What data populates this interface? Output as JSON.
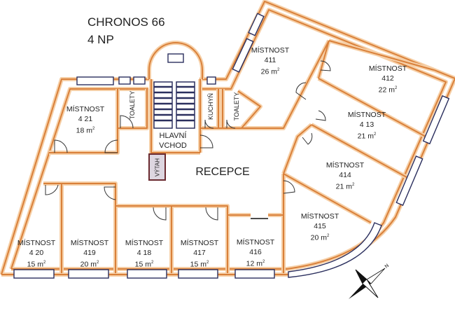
{
  "title": "CHRONOS 66",
  "floor": "4 NP",
  "rooms": [
    {
      "label": "MÍSTNOST",
      "number": "4 21",
      "area": "18 m",
      "unit_sup": "2"
    },
    {
      "label": "MÍSTNOST",
      "number": "411",
      "area": "26 m",
      "unit_sup": "2"
    },
    {
      "label": "MÍSTNOST",
      "number": "412",
      "area": "22 m",
      "unit_sup": "2"
    },
    {
      "label": "MÍSTNOST",
      "number": "4 13",
      "area": "21 m",
      "unit_sup": "2"
    },
    {
      "label": "MÍSTNOST",
      "number": "414",
      "area": "21 m",
      "unit_sup": "2"
    },
    {
      "label": "MÍSTNOST",
      "number": "415",
      "area": "20 m",
      "unit_sup": "2"
    },
    {
      "label": "MÍSTNOST",
      "number": "4 20",
      "area": "15 m",
      "unit_sup": "2"
    },
    {
      "label": "MÍSTNOST",
      "number": "419",
      "area": "20 m",
      "unit_sup": "2"
    },
    {
      "label": "MÍSTNOST",
      "number": "4 18",
      "area": "15 m",
      "unit_sup": "2"
    },
    {
      "label": "MÍSTNOST",
      "number": "417",
      "area": "15 m",
      "unit_sup": "2"
    },
    {
      "label": "MÍSTNOST",
      "number": "416",
      "area": "12 m",
      "unit_sup": "2"
    }
  ],
  "facilities": {
    "toilets_left": "TOALETY",
    "kitchen": "KUCHYŇ",
    "toilets_right": "TOALETY",
    "entrance_line1": "HLAVNÍ",
    "entrance_line2": "VCHOD",
    "elevator": "VÝTAH",
    "reception": "RECEPCE"
  },
  "compass_label": "N",
  "colors": {
    "wall": "#d9803a",
    "window": "#2b2f5e"
  }
}
